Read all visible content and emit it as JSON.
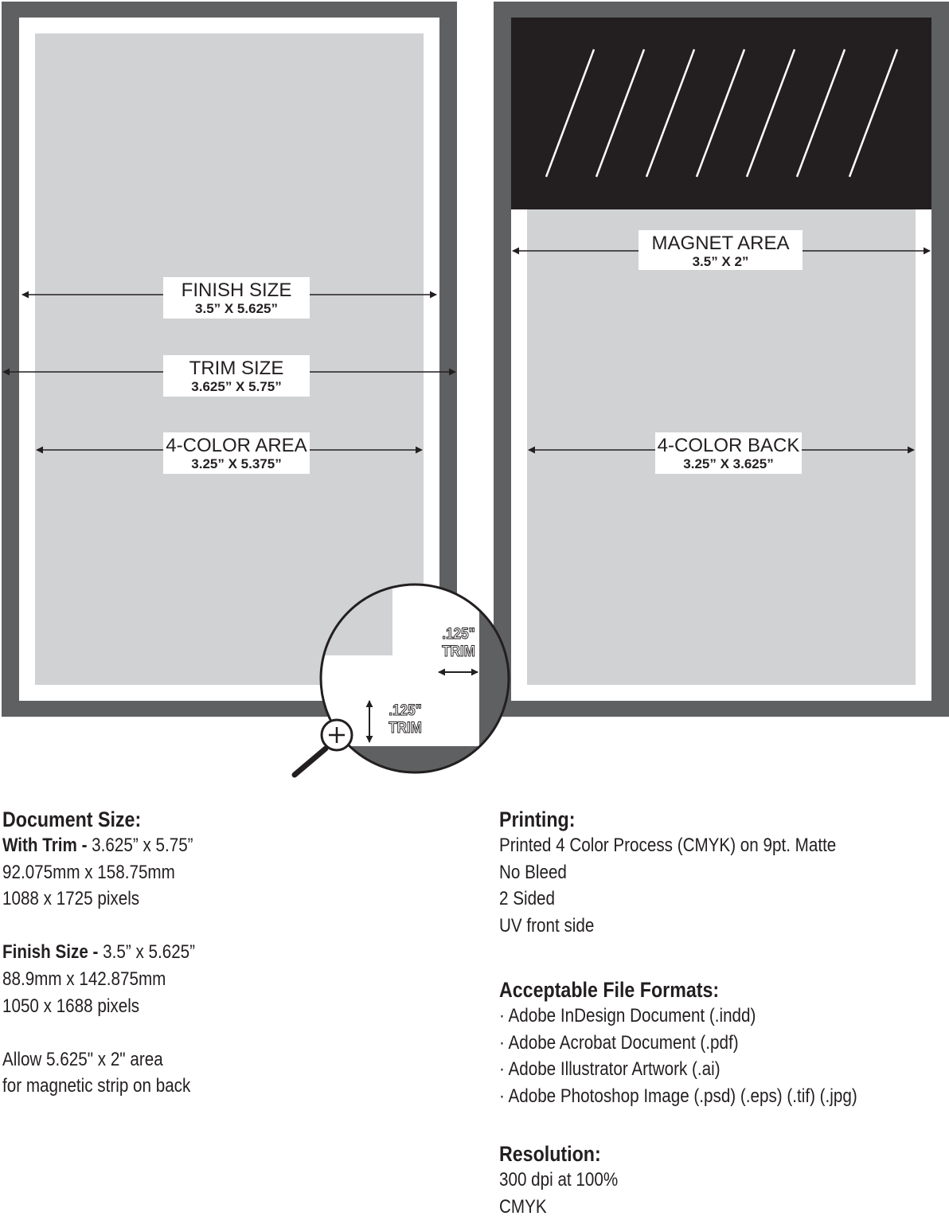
{
  "diagram": {
    "finish_size": {
      "title": "FINISH SIZE",
      "dims": "3.5” X 5.625”"
    },
    "trim_size": {
      "title": "TRIM SIZE",
      "dims": "3.625” X 5.75”"
    },
    "color_area": {
      "title": "4-COLOR AREA",
      "dims": "3.25” X 5.375”"
    },
    "magnet_area": {
      "title": "MAGNET AREA",
      "dims": "3.5” X 2”"
    },
    "color_back": {
      "title": "4-COLOR BACK",
      "dims": "3.25” X 3.625”"
    },
    "trim_callout_right": {
      "value": ".125\"",
      "label": "TRIM"
    },
    "trim_callout_bottom": {
      "value": ".125\"",
      "label": "TRIM"
    },
    "colors": {
      "frame": "#5f6062",
      "light": "#d1d2d4",
      "strip": "#231f20"
    }
  },
  "document_size": {
    "heading": "Document Size:",
    "with_trim": {
      "label": "With Trim -",
      "value": " 3.625” x 5.75”",
      "mm": "92.075mm x 158.75mm",
      "pixels": "1088 x 1725 pixels"
    },
    "finish_size": {
      "label": "Finish Size -",
      "value": " 3.5” x 5.625”",
      "mm": "88.9mm x 142.875mm",
      "pixels": "1050 x 1688 pixels"
    },
    "note_line1": "Allow 5.625\" x 2\" area",
    "note_line2": "for magnetic strip on back"
  },
  "printing": {
    "heading": "Printing:",
    "lines": [
      "Printed 4 Color Process (CMYK) on 9pt. Matte",
      "No Bleed",
      "2 Sided",
      "UV front side"
    ]
  },
  "file_formats": {
    "heading": "Acceptable File Formats:",
    "items": [
      "· Adobe InDesign Document (.indd)",
      "· Adobe Acrobat Document (.pdf)",
      "· Adobe Illustrator Artwork (.ai)",
      "· Adobe Photoshop Image (.psd) (.eps) (.tif) (.jpg)"
    ]
  },
  "resolution": {
    "heading": "Resolution:",
    "lines": [
      "300 dpi at 100%",
      "CMYK"
    ]
  }
}
